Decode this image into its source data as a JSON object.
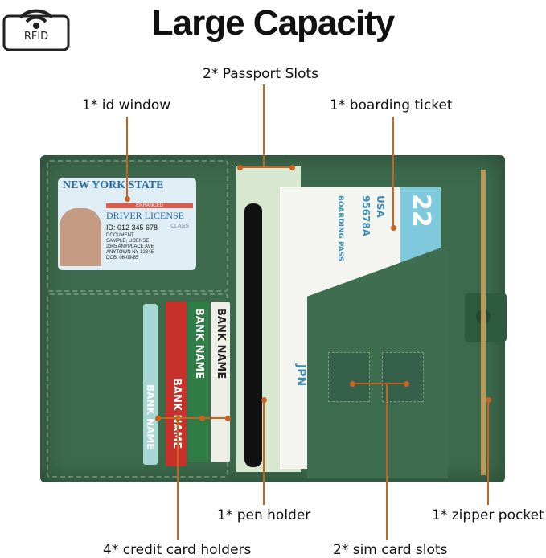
{
  "title": "Large Capacity",
  "rfid": {
    "label": "RFID",
    "icon": "rfid-signal-icon"
  },
  "labels": {
    "passport": "2* Passport Slots",
    "id_window": "1* id window",
    "boarding": "1* boarding ticket",
    "pen": "1* pen holder",
    "zipper": "1* zipper pocket",
    "credit": "4* credit card holders",
    "sim": "2* sim card slots"
  },
  "id_card": {
    "state": "NEW YORK STATE",
    "enhanced": "ENHANCED",
    "type": "DRIVER LICENSE",
    "id": "ID: 012 345 678",
    "lines": [
      "DOCUMENT",
      "SAMPLE, LICENSE",
      "2345 ANYPLACE AVE",
      "ANYTOWN NY 12345",
      "DOB: 06-09-85"
    ],
    "class": "CLASS"
  },
  "boarding_pass": {
    "title": "BOARDING PASS",
    "from": "USA",
    "to": "JPN",
    "seat": "22",
    "flight": "95678A"
  },
  "bank_cards": [
    "BANK NAME",
    "BANK NAME",
    "BANK NAME",
    "BANK NAME"
  ],
  "colors": {
    "wallet": "#3d6a4c",
    "accent": "#c8641e"
  }
}
